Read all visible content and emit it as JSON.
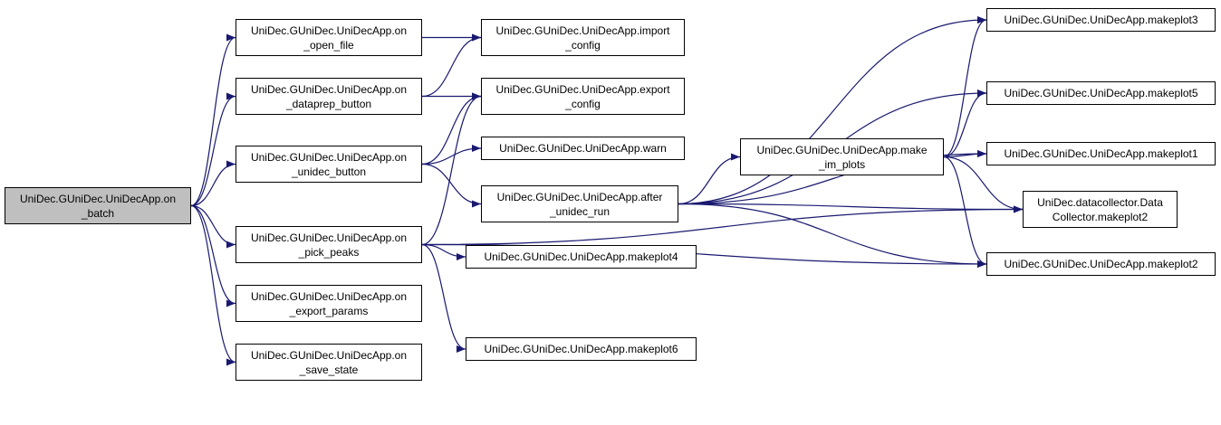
{
  "colors": {
    "edge": "#191970",
    "border": "#000000",
    "root_fill": "#bfbfbf",
    "node_fill": "#ffffff"
  },
  "nodes": {
    "on_batch": {
      "line1": "UniDec.GUniDec.UniDecApp.on",
      "line2": "_batch"
    },
    "on_open_file": {
      "line1": "UniDec.GUniDec.UniDecApp.on",
      "line2": "_open_file"
    },
    "on_dataprep": {
      "line1": "UniDec.GUniDec.UniDecApp.on",
      "line2": "_dataprep_button"
    },
    "on_unidec": {
      "line1": "UniDec.GUniDec.UniDecApp.on",
      "line2": "_unidec_button"
    },
    "on_pick_peaks": {
      "line1": "UniDec.GUniDec.UniDecApp.on",
      "line2": "_pick_peaks"
    },
    "on_export_params": {
      "line1": "UniDec.GUniDec.UniDecApp.on",
      "line2": "_export_params"
    },
    "on_save_state": {
      "line1": "UniDec.GUniDec.UniDecApp.on",
      "line2": "_save_state"
    },
    "import_config": {
      "line1": "UniDec.GUniDec.UniDecApp.import",
      "line2": "_config"
    },
    "export_config": {
      "line1": "UniDec.GUniDec.UniDecApp.export",
      "line2": "_config"
    },
    "warn": {
      "line1": "UniDec.GUniDec.UniDecApp.warn",
      "line2": ""
    },
    "after_unidec_run": {
      "line1": "UniDec.GUniDec.UniDecApp.after",
      "line2": "_unidec_run"
    },
    "makeplot4": {
      "line1": "UniDec.GUniDec.UniDecApp.makeplot4",
      "line2": ""
    },
    "makeplot6": {
      "line1": "UniDec.GUniDec.UniDecApp.makeplot6",
      "line2": ""
    },
    "make_im_plots": {
      "line1": "UniDec.GUniDec.UniDecApp.make",
      "line2": "_im_plots"
    },
    "makeplot3": {
      "line1": "UniDec.GUniDec.UniDecApp.makeplot3",
      "line2": ""
    },
    "makeplot5": {
      "line1": "UniDec.GUniDec.UniDecApp.makeplot5",
      "line2": ""
    },
    "makeplot1": {
      "line1": "UniDec.GUniDec.UniDecApp.makeplot1",
      "line2": ""
    },
    "dc_makeplot2": {
      "line1": "UniDec.datacollector.Data",
      "line2": "Collector.makeplot2"
    },
    "makeplot2": {
      "line1": "UniDec.GUniDec.UniDecApp.makeplot2",
      "line2": ""
    }
  },
  "edges": [
    [
      "on_batch",
      "on_open_file"
    ],
    [
      "on_batch",
      "on_dataprep"
    ],
    [
      "on_batch",
      "on_unidec"
    ],
    [
      "on_batch",
      "on_pick_peaks"
    ],
    [
      "on_batch",
      "on_export_params"
    ],
    [
      "on_batch",
      "on_save_state"
    ],
    [
      "on_open_file",
      "import_config"
    ],
    [
      "on_dataprep",
      "import_config"
    ],
    [
      "on_dataprep",
      "export_config"
    ],
    [
      "on_unidec",
      "export_config"
    ],
    [
      "on_unidec",
      "warn"
    ],
    [
      "on_unidec",
      "after_unidec_run"
    ],
    [
      "on_pick_peaks",
      "export_config"
    ],
    [
      "on_pick_peaks",
      "makeplot4"
    ],
    [
      "on_pick_peaks",
      "makeplot6"
    ],
    [
      "on_pick_peaks",
      "dc_makeplot2"
    ],
    [
      "on_pick_peaks",
      "makeplot2"
    ],
    [
      "after_unidec_run",
      "make_im_plots"
    ],
    [
      "after_unidec_run",
      "makeplot3"
    ],
    [
      "after_unidec_run",
      "makeplot5"
    ],
    [
      "after_unidec_run",
      "makeplot1"
    ],
    [
      "after_unidec_run",
      "dc_makeplot2"
    ],
    [
      "after_unidec_run",
      "makeplot2"
    ],
    [
      "make_im_plots",
      "makeplot3"
    ],
    [
      "make_im_plots",
      "makeplot5"
    ],
    [
      "make_im_plots",
      "makeplot1"
    ],
    [
      "make_im_plots",
      "dc_makeplot2"
    ],
    [
      "make_im_plots",
      "makeplot2"
    ]
  ]
}
